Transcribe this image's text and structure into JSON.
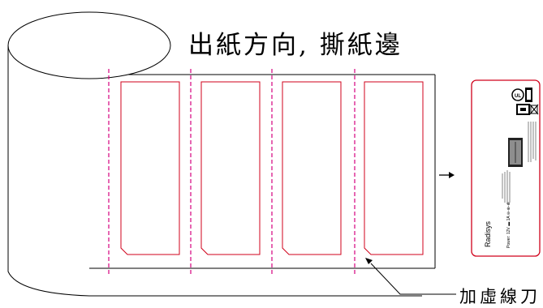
{
  "title": "出紙方向, 撕紙邊",
  "callout_label": "加虛線刀",
  "sample_label": {
    "brand": "Radisys",
    "power_text": "Power: 12V ▬ 1A ⊖-⊕-⊕",
    "icons": [
      "ul-icon",
      "wifi-icon",
      "fcc-icon",
      "weee-icon"
    ]
  },
  "colors": {
    "label_border": "#d0021b",
    "perforation": "#d6007e",
    "line": "#000000"
  }
}
